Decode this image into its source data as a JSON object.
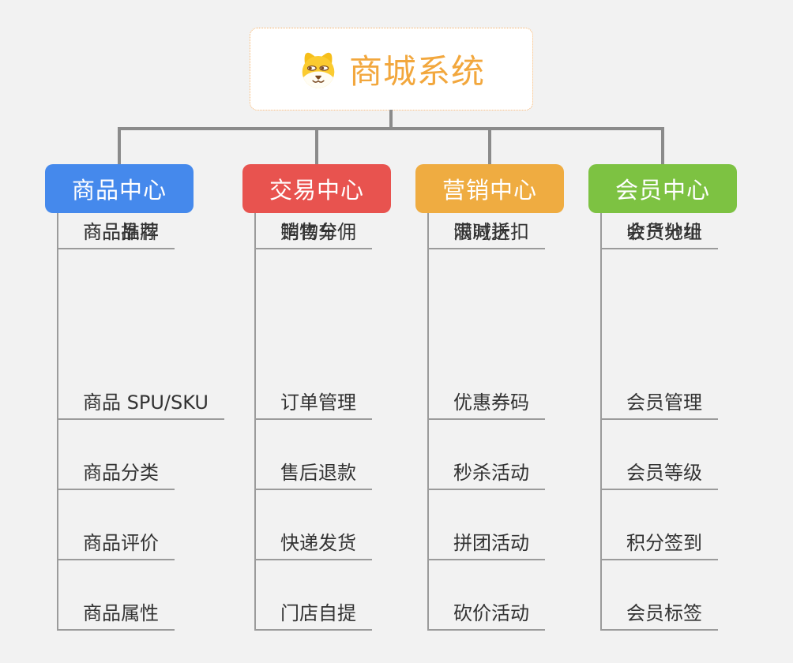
{
  "diagram": {
    "type": "mindmap-org-chart",
    "background": "#F2F2F2"
  },
  "root": {
    "title": "商城系统",
    "icon": "doge-dog-icon",
    "text_color": "#F2A73D",
    "border_color": "#F5B26B",
    "fill": "#FFFFFF"
  },
  "colors": {
    "connector": "#8B8B8B",
    "child_line": "#9B9B9B",
    "child_text": "#333333"
  },
  "branches": [
    {
      "label": "商品中心",
      "color": "#4589EC",
      "items": [
        "商品 SPU/SKU",
        "商品分类",
        "商品评价",
        "商品属性",
        "商品推荐",
        "商品品牌"
      ]
    },
    {
      "label": "交易中心",
      "color": "#E8534F",
      "items": [
        "订单管理",
        "售后退款",
        "快递发货",
        "门店自提",
        "购物车",
        "销售分佣"
      ]
    },
    {
      "label": "营销中心",
      "color": "#EFAC41",
      "items": [
        "优惠券码",
        "秒杀活动",
        "拼团活动",
        "砍价活动",
        "限时折扣",
        "满减送"
      ]
    },
    {
      "label": "会员中心",
      "color": "#7DC242",
      "items": [
        "会员管理",
        "会员等级",
        "积分签到",
        "会员标签",
        "会员分组",
        "收货地址"
      ]
    }
  ]
}
